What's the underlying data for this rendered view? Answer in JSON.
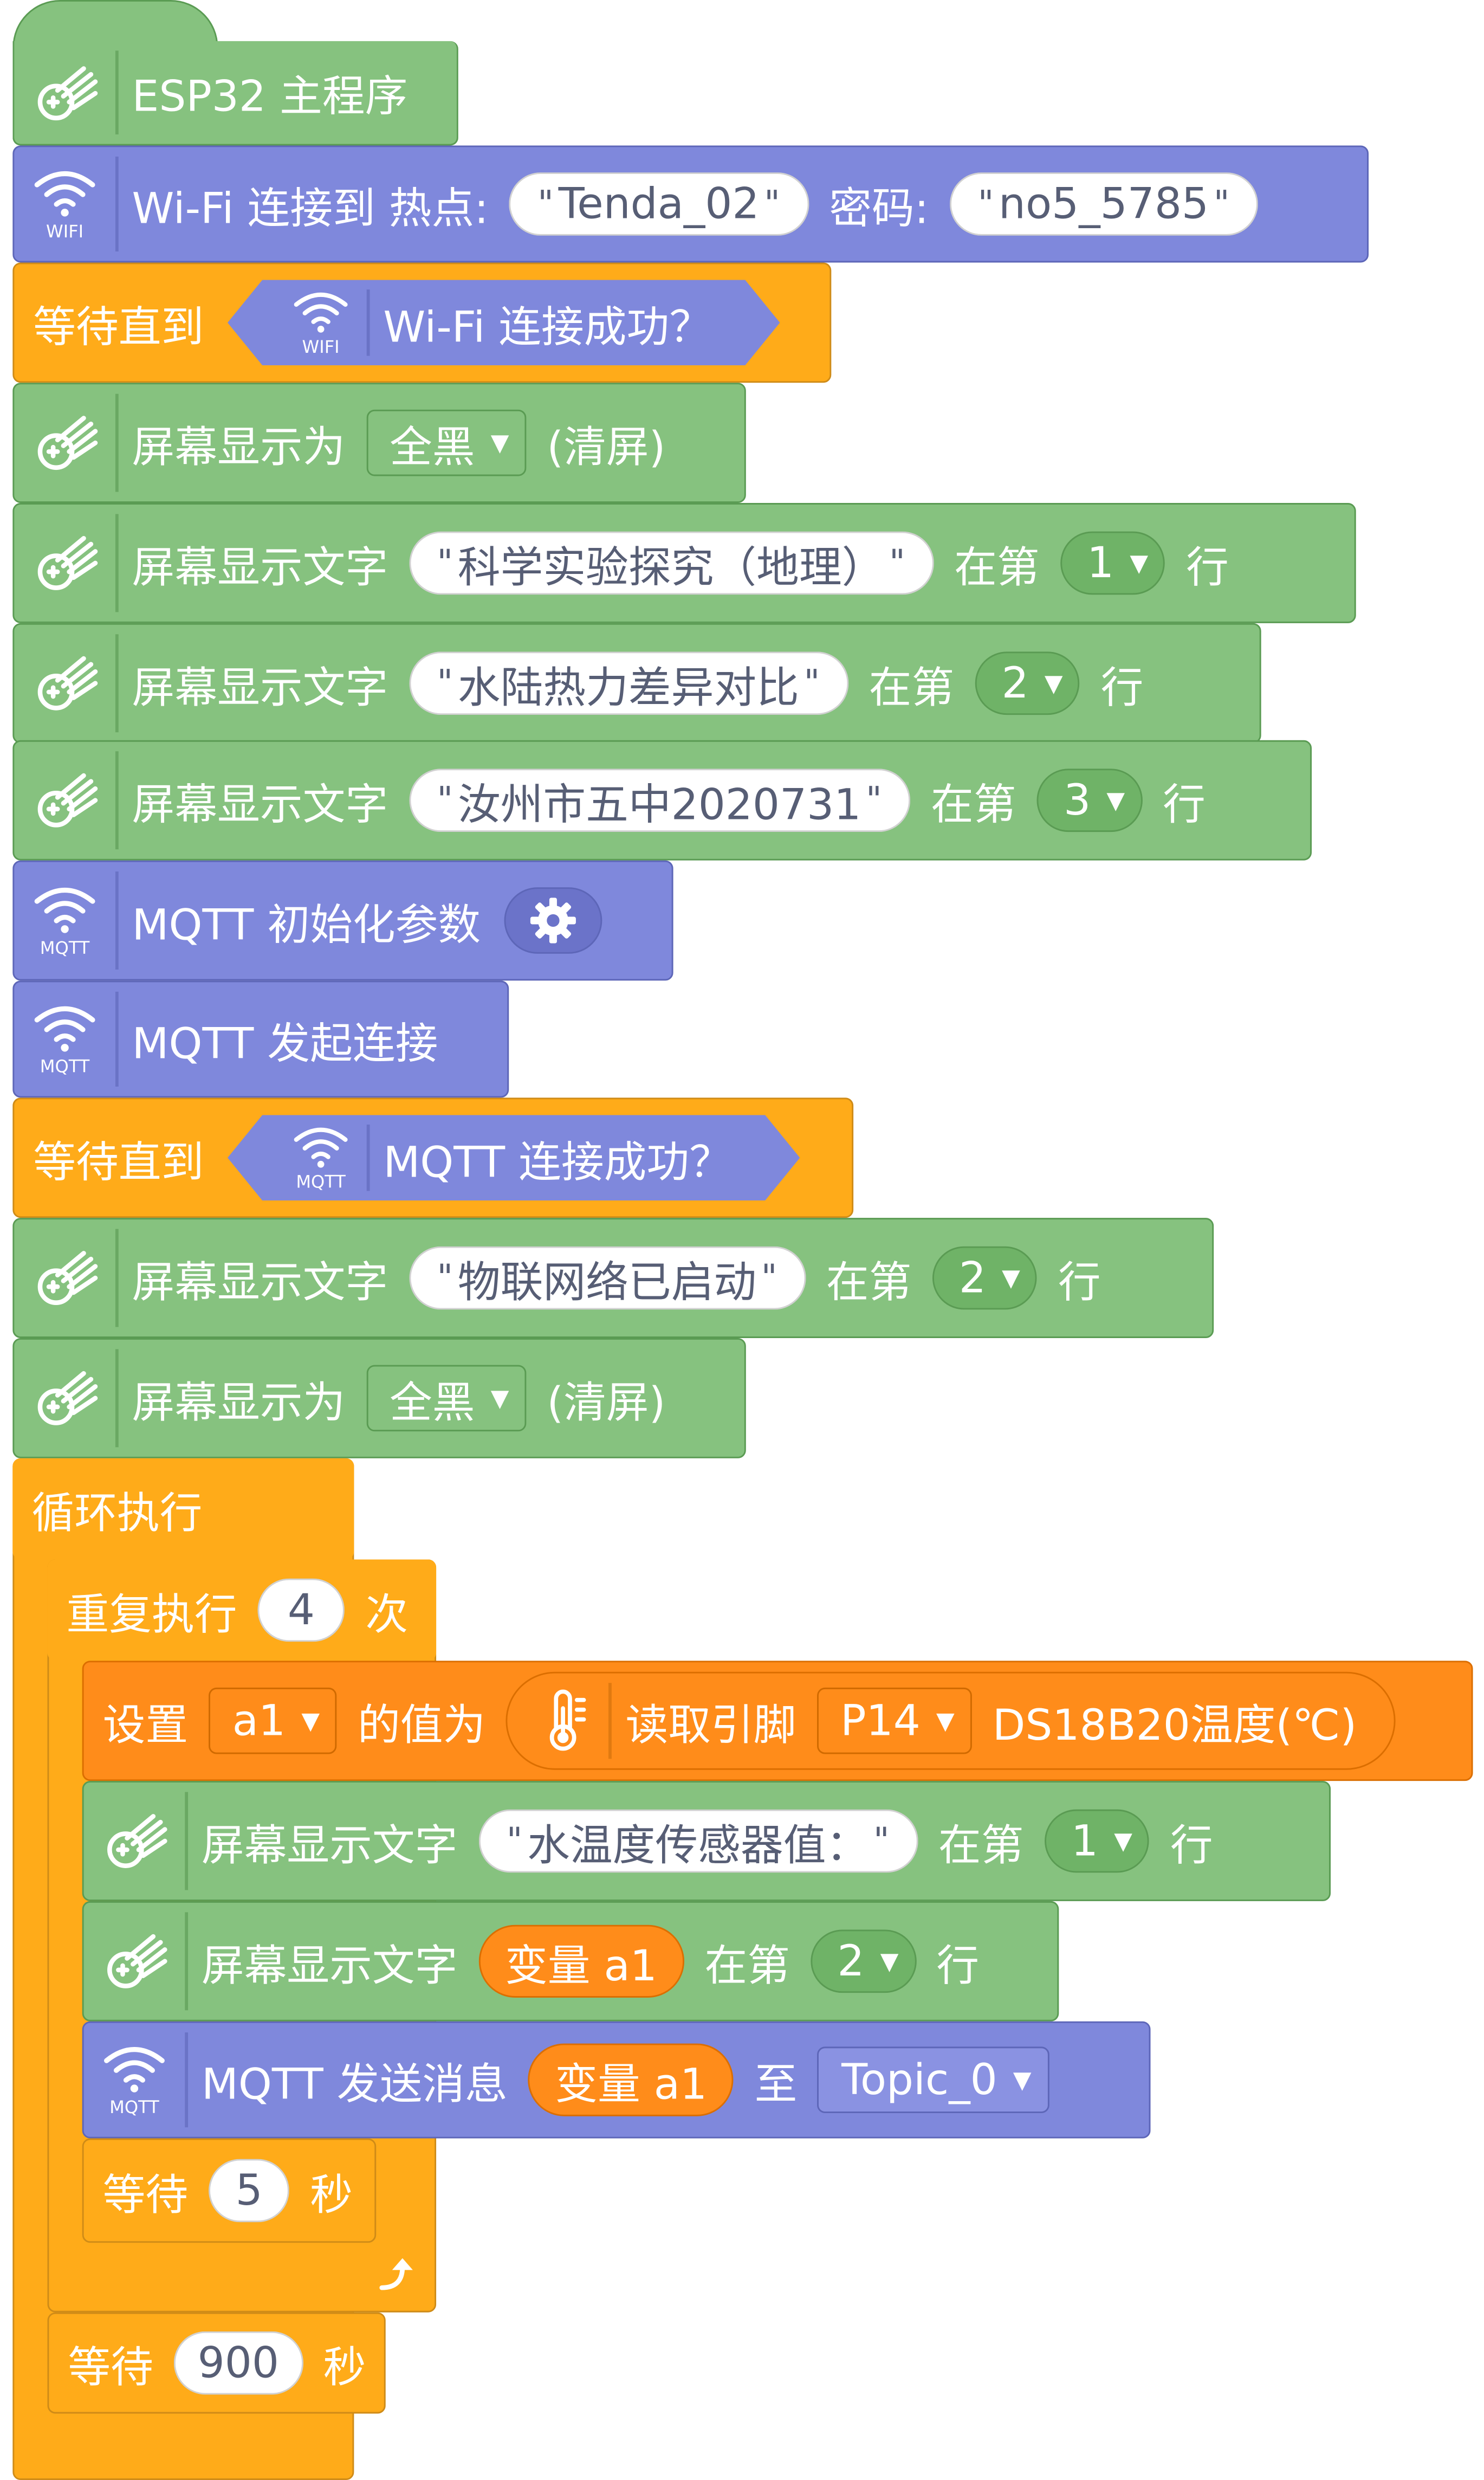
{
  "colors": {
    "display_block": "#86c27f",
    "iot_block": "#7f88dc",
    "control_block": "#ffab19",
    "variable_block": "#ff8c1a"
  },
  "icons": {
    "display": "display-icon",
    "wifi": "wifi-icon",
    "mqtt": "mqtt-icon",
    "temperature": "thermometer-icon",
    "settings": "gear-icon",
    "loop_arrow": "loop-arrow-icon"
  },
  "icon_captions": {
    "wifi": "WIFI",
    "mqtt": "MQTT"
  },
  "program": {
    "hat": {
      "label": "ESP32 主程序"
    },
    "wifi_connect": {
      "label": "Wi-Fi 连接到 热点:",
      "ssid": "Tenda_02",
      "password_label": "密码:",
      "password": "no5_5785"
    },
    "wait_wifi": {
      "label": "等待直到",
      "condition": "Wi-Fi 连接成功？"
    },
    "clear_1": {
      "label": "屏幕显示为",
      "option": "全黑",
      "suffix": "(清屏)"
    },
    "text_1": {
      "label": "屏幕显示文字",
      "text": "科学实验探究（地理）",
      "at": "在第",
      "line": "1",
      "suffix": "行"
    },
    "text_2": {
      "label": "屏幕显示文字",
      "text": "水陆热力差异对比",
      "at": "在第",
      "line": "2",
      "suffix": "行"
    },
    "text_3": {
      "label": "屏幕显示文字",
      "text": "汝州市五中2020731",
      "at": "在第",
      "line": "3",
      "suffix": "行"
    },
    "mqtt_init": {
      "label": "MQTT 初始化参数"
    },
    "mqtt_connect": {
      "label": "MQTT 发起连接"
    },
    "wait_mqtt": {
      "label": "等待直到",
      "condition": "MQTT 连接成功？"
    },
    "text_4": {
      "label": "屏幕显示文字",
      "text": "物联网络已启动",
      "at": "在第",
      "line": "2",
      "suffix": "行"
    },
    "clear_2": {
      "label": "屏幕显示为",
      "option": "全黑",
      "suffix": "(清屏)"
    },
    "forever": {
      "label": "循环执行"
    },
    "repeat": {
      "label": "重复执行",
      "count": "4",
      "suffix": "次"
    },
    "set_var": {
      "label": "设置",
      "variable": "a1",
      "value_label": "的值为",
      "read_label": "读取引脚",
      "pin": "P14",
      "sensor": "DS18B20温度(℃)"
    },
    "text_5": {
      "label": "屏幕显示文字",
      "text": "水温度传感器值：",
      "at": "在第",
      "line": "1",
      "suffix": "行"
    },
    "text_6": {
      "label": "屏幕显示文字",
      "variable": "变量 a1",
      "at": "在第",
      "line": "2",
      "suffix": "行"
    },
    "mqtt_send": {
      "label": "MQTT 发送消息",
      "variable": "变量 a1",
      "to": "至",
      "topic": "Topic_0"
    },
    "wait_5": {
      "label": "等待",
      "seconds": "5",
      "suffix": "秒"
    },
    "wait_900": {
      "label": "等待",
      "seconds": "900",
      "suffix": "秒"
    }
  }
}
